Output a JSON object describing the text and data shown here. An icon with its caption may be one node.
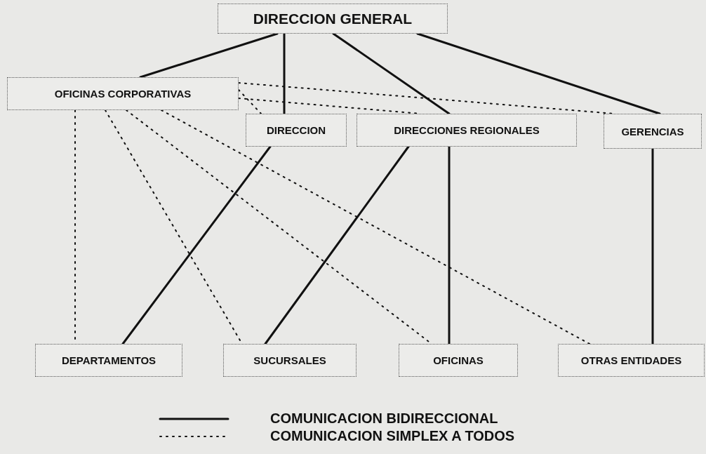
{
  "diagram": {
    "nodes": [
      {
        "text": [
          "DIRECCION GENERAL"
        ]
      },
      {
        "text": [
          "OFICINAS CORPORATIVAS"
        ]
      },
      {
        "text": [
          "DIRECCION"
        ]
      },
      {
        "text": [
          "DIRECCIONES REGIONALES"
        ]
      },
      {
        "text": [
          "GERENCIAS"
        ]
      },
      {
        "text": [
          "DEPARTAMENTOS"
        ]
      },
      {
        "text": [
          "SUCURSALES"
        ]
      },
      {
        "text": [
          "OFICINAS"
        ]
      },
      {
        "text": [
          "OTRAS ENTIDADES"
        ]
      }
    ],
    "edges": [
      {
        "from": 0,
        "to": 1,
        "arrow": "none"
      },
      {
        "from": 0,
        "to": 2,
        "arrow": "none"
      },
      {
        "from": 0,
        "to": 3,
        "arrow": "none"
      },
      {
        "from": 0,
        "to": 4,
        "arrow": "none"
      },
      {
        "from": 2,
        "to": 5,
        "arrow": "none"
      },
      {
        "from": 3,
        "to": 6,
        "arrow": "none"
      },
      {
        "from": 3,
        "to": 7,
        "arrow": "none"
      },
      {
        "from": 4,
        "to": 8,
        "arrow": "none"
      },
      {
        "from": 1,
        "to": 5,
        "arrow": "none",
        "style": "dashed"
      },
      {
        "from": 1,
        "to": 6,
        "arrow": "none",
        "style": "dashed"
      },
      {
        "from": 1,
        "to": 7,
        "arrow": "none",
        "style": "dashed"
      },
      {
        "from": 1,
        "to": 8,
        "arrow": "none",
        "style": "dashed"
      },
      {
        "from": 1,
        "to": 2,
        "arrow": "none",
        "style": "dashed"
      },
      {
        "from": 1,
        "to": 3,
        "arrow": "none",
        "style": "dashed"
      },
      {
        "from": 1,
        "to": 4,
        "arrow": "none",
        "style": "dashed"
      }
    ],
    "legend": [
      {
        "text": "COMUNICACION BIDIRECCIONAL"
      },
      {
        "text": "COMUNICACION SIMPLEX A TODOS"
      }
    ]
  }
}
